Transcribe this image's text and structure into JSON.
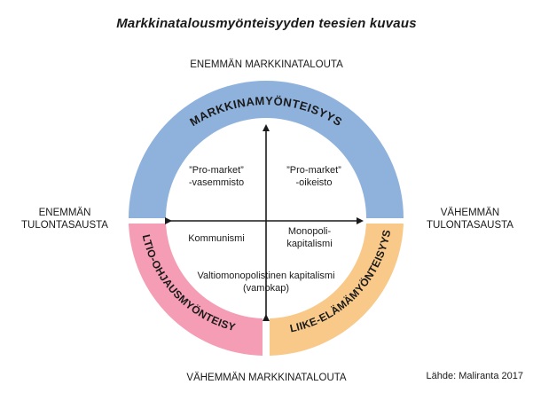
{
  "title": "Markkinatalousmyönteisyyden teesien kuvaus",
  "axes": {
    "top": "ENEMMÄN MARKKINATALOUTA",
    "bottom": "VÄHEMMÄN MARKKINATALOUTA",
    "left_line1": "ENEMMÄN",
    "left_line2": "TULONTASAUSTA",
    "right_line1": "VÄHEMMÄN",
    "right_line2": "TULONTASAUSTA"
  },
  "ring": {
    "top": "MARKKINAMYÖNTEISYYS",
    "bottom_left": "VALTIO-OHJAUSMYÖNTEISYYS",
    "bottom_right": "LIIKE-ELÄMÄMYÖNTEISYYS",
    "colors": {
      "top": "#8fb2dd",
      "bottom_left": "#f49db4",
      "bottom_right": "#f9c98a"
    }
  },
  "quadrants": {
    "top_left_line1": "”Pro-market”",
    "top_left_line2": "-vasemmisto",
    "top_right_line1": "”Pro-market”",
    "top_right_line2": "-oikeisto",
    "bottom_left": "Kommunismi",
    "bottom_right_line1": "Monopoli-",
    "bottom_right_line2": "kapitalismi",
    "center_bottom_line1": "Valtiomonopolistinen kapitalismi",
    "center_bottom_line2": "(vamokap)"
  },
  "source": "Lähde: Maliranta 2017"
}
